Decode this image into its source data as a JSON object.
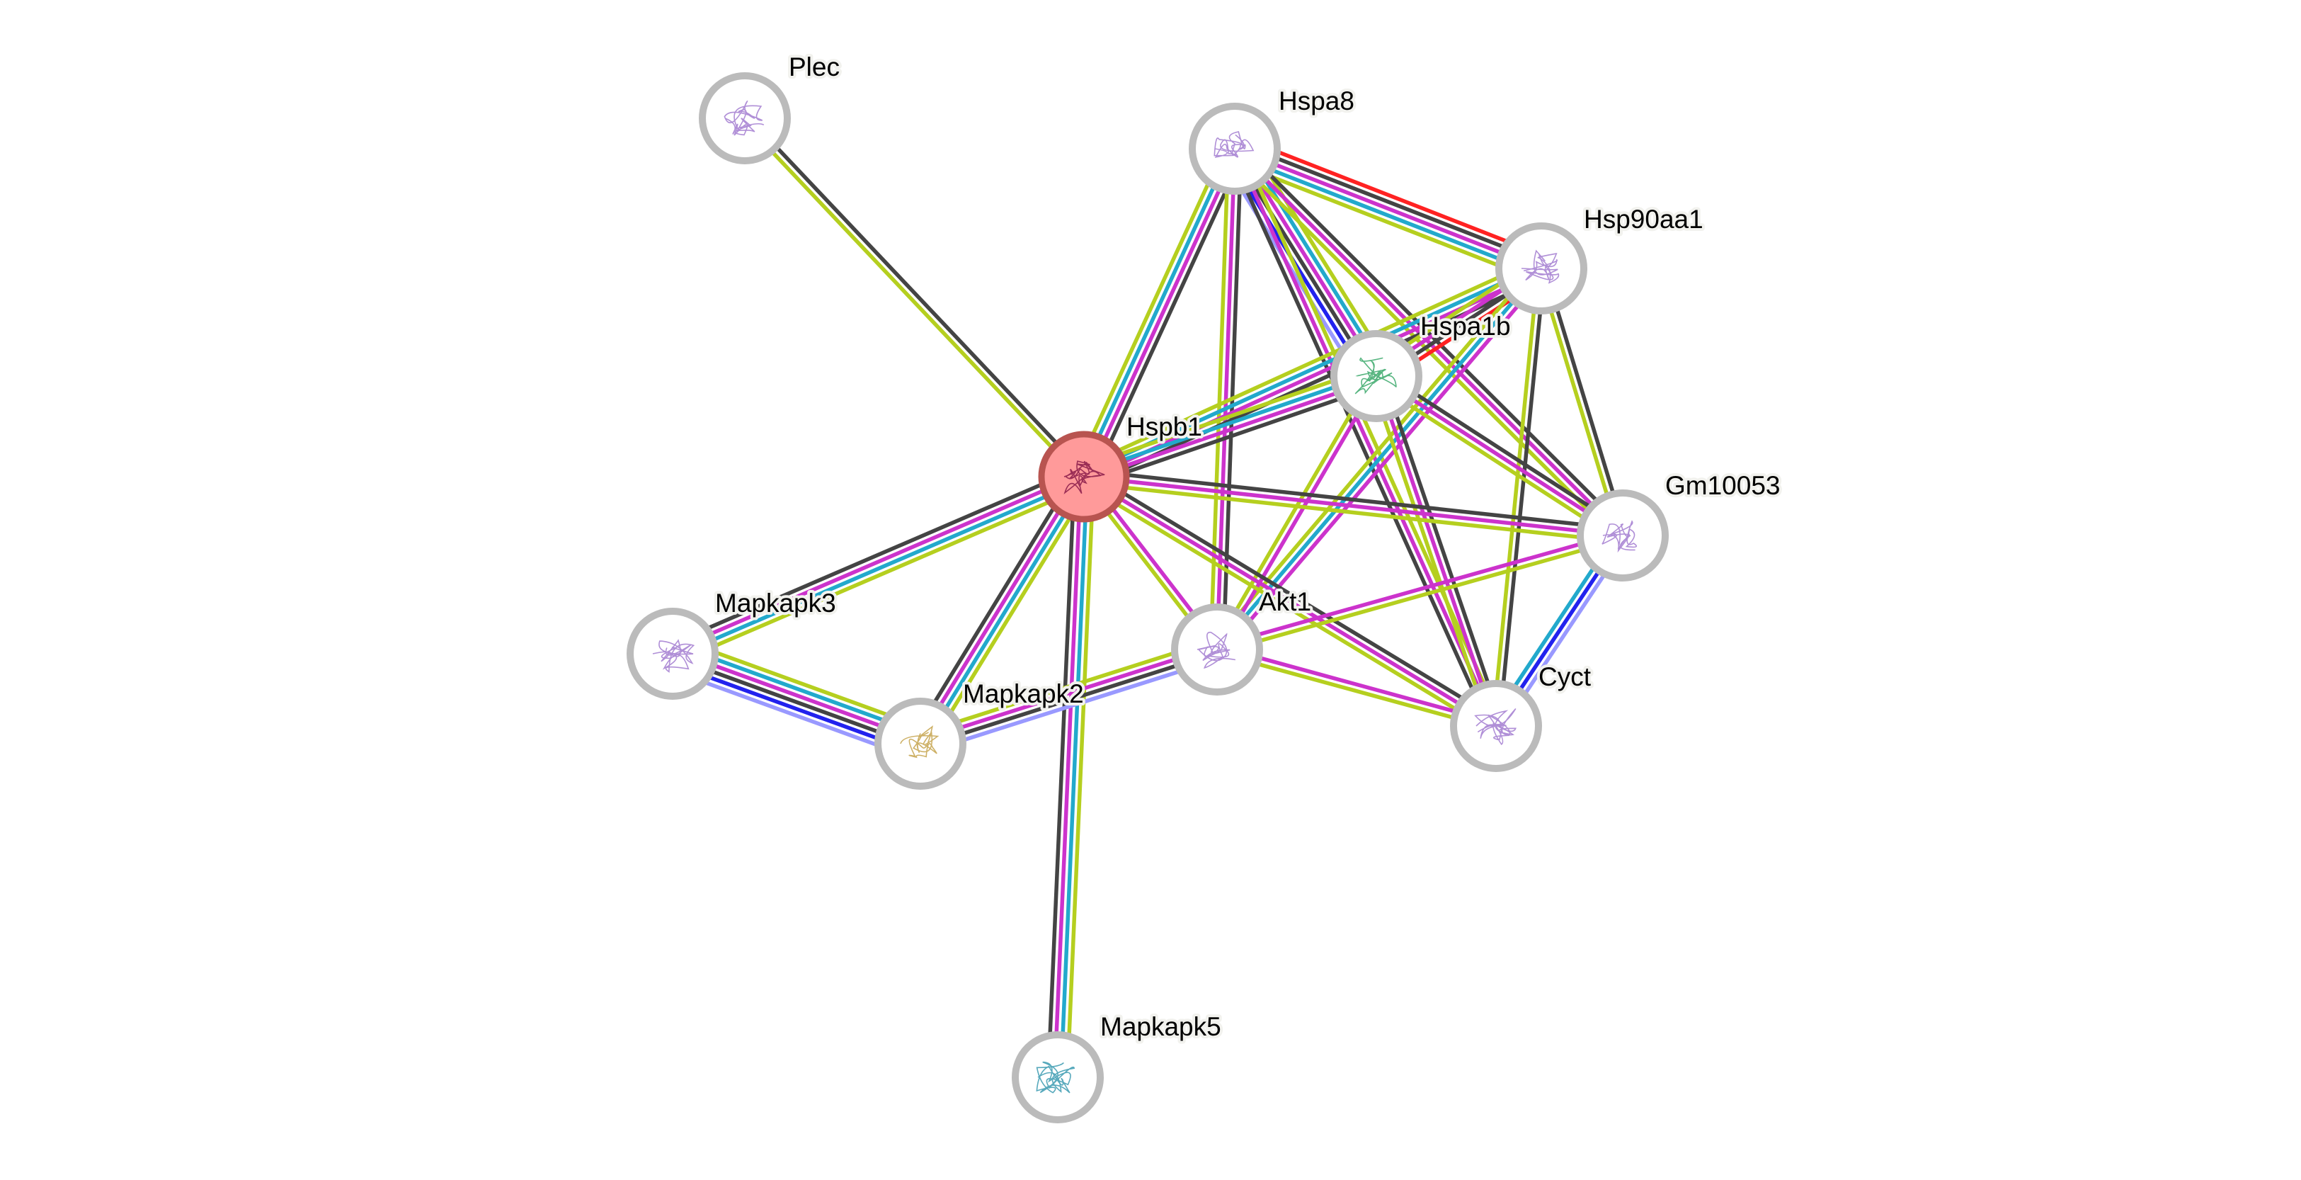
{
  "title": "Protein interaction network",
  "colors": {
    "query_node_fill": "#ff9a9a",
    "query_node_border": "#b85450",
    "node_fill": "#ffffff",
    "node_border": "#bbbbbb",
    "label_halo": "#f2f2ee"
  },
  "evidence_colors": {
    "textmining": "#b5cf1f",
    "database": "#22a9cc",
    "experiments": "#cc33cc",
    "coexpression": "#444444",
    "neighborhood": "#2222ee",
    "cooccurrence": "#9999ff",
    "fusion": "#ff2222"
  },
  "nodes": [
    {
      "id": "Plec",
      "label": "Plec",
      "query": false,
      "structure_color": "#a27bd0"
    },
    {
      "id": "Hspa8",
      "label": "Hspa8",
      "query": false,
      "structure_color": "#a27bd0"
    },
    {
      "id": "Hsp90aa1",
      "label": "Hsp90aa1",
      "query": false,
      "structure_color": "#a27bd0"
    },
    {
      "id": "Hspa1b",
      "label": "Hspa1b",
      "query": false,
      "structure_color": "#3aa86a"
    },
    {
      "id": "Hspb1",
      "label": "Hspb1",
      "query": true,
      "structure_color": "#8a1b4a"
    },
    {
      "id": "Gm10053",
      "label": "Gm10053",
      "query": false,
      "structure_color": "#a27bd0"
    },
    {
      "id": "Mapkapk3",
      "label": "Mapkapk3",
      "query": false,
      "structure_color": "#a27bd0"
    },
    {
      "id": "Akt1",
      "label": "Akt1",
      "query": false,
      "structure_color": "#a27bd0"
    },
    {
      "id": "Mapkapk2",
      "label": "Mapkapk2",
      "query": false,
      "structure_color": "#c4a24a"
    },
    {
      "id": "Cyct",
      "label": "Cyct",
      "query": false,
      "structure_color": "#a27bd0"
    },
    {
      "id": "Mapkapk5",
      "label": "Mapkapk5",
      "query": false,
      "structure_color": "#3a9ab0"
    }
  ],
  "edges": [
    {
      "source": "Plec",
      "target": "Hspb1",
      "evidence": [
        "coexpression",
        "textmining"
      ]
    },
    {
      "source": "Hspa8",
      "target": "Hspb1",
      "evidence": [
        "coexpression",
        "experiments",
        "database",
        "textmining"
      ]
    },
    {
      "source": "Hspa8",
      "target": "Hsp90aa1",
      "evidence": [
        "fusion",
        "coexpression",
        "experiments",
        "database",
        "textmining"
      ]
    },
    {
      "source": "Hspa8",
      "target": "Hspa1b",
      "evidence": [
        "textmining",
        "database",
        "experiments",
        "coexpression",
        "neighborhood",
        "cooccurrence"
      ]
    },
    {
      "source": "Hspa8",
      "target": "Akt1",
      "evidence": [
        "coexpression",
        "experiments",
        "textmining"
      ]
    },
    {
      "source": "Hspa8",
      "target": "Cyct",
      "evidence": [
        "textmining",
        "experiments",
        "coexpression"
      ]
    },
    {
      "source": "Hspa8",
      "target": "Gm10053",
      "evidence": [
        "coexpression",
        "experiments",
        "textmining"
      ]
    },
    {
      "source": "Hsp90aa1",
      "target": "Hspb1",
      "evidence": [
        "coexpression",
        "experiments",
        "database",
        "textmining"
      ]
    },
    {
      "source": "Hsp90aa1",
      "target": "Hspa1b",
      "evidence": [
        "fusion",
        "coexpression",
        "experiments",
        "textmining"
      ]
    },
    {
      "source": "Hsp90aa1",
      "target": "Akt1",
      "evidence": [
        "experiments",
        "database",
        "textmining"
      ]
    },
    {
      "source": "Hsp90aa1",
      "target": "Cyct",
      "evidence": [
        "coexpression",
        "textmining"
      ]
    },
    {
      "source": "Hsp90aa1",
      "target": "Gm10053",
      "evidence": [
        "coexpression",
        "textmining"
      ]
    },
    {
      "source": "Hspa1b",
      "target": "Hspb1",
      "evidence": [
        "coexpression",
        "experiments",
        "database",
        "textmining"
      ]
    },
    {
      "source": "Hspa1b",
      "target": "Akt1",
      "evidence": [
        "experiments",
        "textmining"
      ]
    },
    {
      "source": "Hspa1b",
      "target": "Cyct",
      "evidence": [
        "coexpression",
        "experiments",
        "textmining"
      ]
    },
    {
      "source": "Hspa1b",
      "target": "Gm10053",
      "evidence": [
        "coexpression",
        "experiments",
        "textmining"
      ]
    },
    {
      "source": "Hspb1",
      "target": "Gm10053",
      "evidence": [
        "coexpression",
        "experiments",
        "textmining"
      ]
    },
    {
      "source": "Hspb1",
      "target": "Akt1",
      "evidence": [
        "experiments",
        "textmining"
      ]
    },
    {
      "source": "Hspb1",
      "target": "Cyct",
      "evidence": [
        "coexpression",
        "experiments",
        "textmining"
      ]
    },
    {
      "source": "Hspb1",
      "target": "Mapkapk3",
      "evidence": [
        "textmining",
        "database",
        "experiments",
        "coexpression"
      ]
    },
    {
      "source": "Hspb1",
      "target": "Mapkapk2",
      "evidence": [
        "textmining",
        "database",
        "experiments",
        "coexpression"
      ]
    },
    {
      "source": "Hspb1",
      "target": "Mapkapk5",
      "evidence": [
        "textmining",
        "database",
        "experiments",
        "coexpression"
      ]
    },
    {
      "source": "Mapkapk3",
      "target": "Mapkapk2",
      "evidence": [
        "textmining",
        "database",
        "experiments",
        "coexpression",
        "neighborhood",
        "cooccurrence"
      ]
    },
    {
      "source": "Mapkapk2",
      "target": "Akt1",
      "evidence": [
        "textmining",
        "experiments",
        "coexpression",
        "cooccurrence"
      ]
    },
    {
      "source": "Akt1",
      "target": "Gm10053",
      "evidence": [
        "experiments",
        "textmining"
      ]
    },
    {
      "source": "Akt1",
      "target": "Cyct",
      "evidence": [
        "experiments",
        "textmining"
      ]
    },
    {
      "source": "Gm10053",
      "target": "Cyct",
      "evidence": [
        "cooccurrence",
        "neighborhood",
        "database"
      ]
    }
  ]
}
